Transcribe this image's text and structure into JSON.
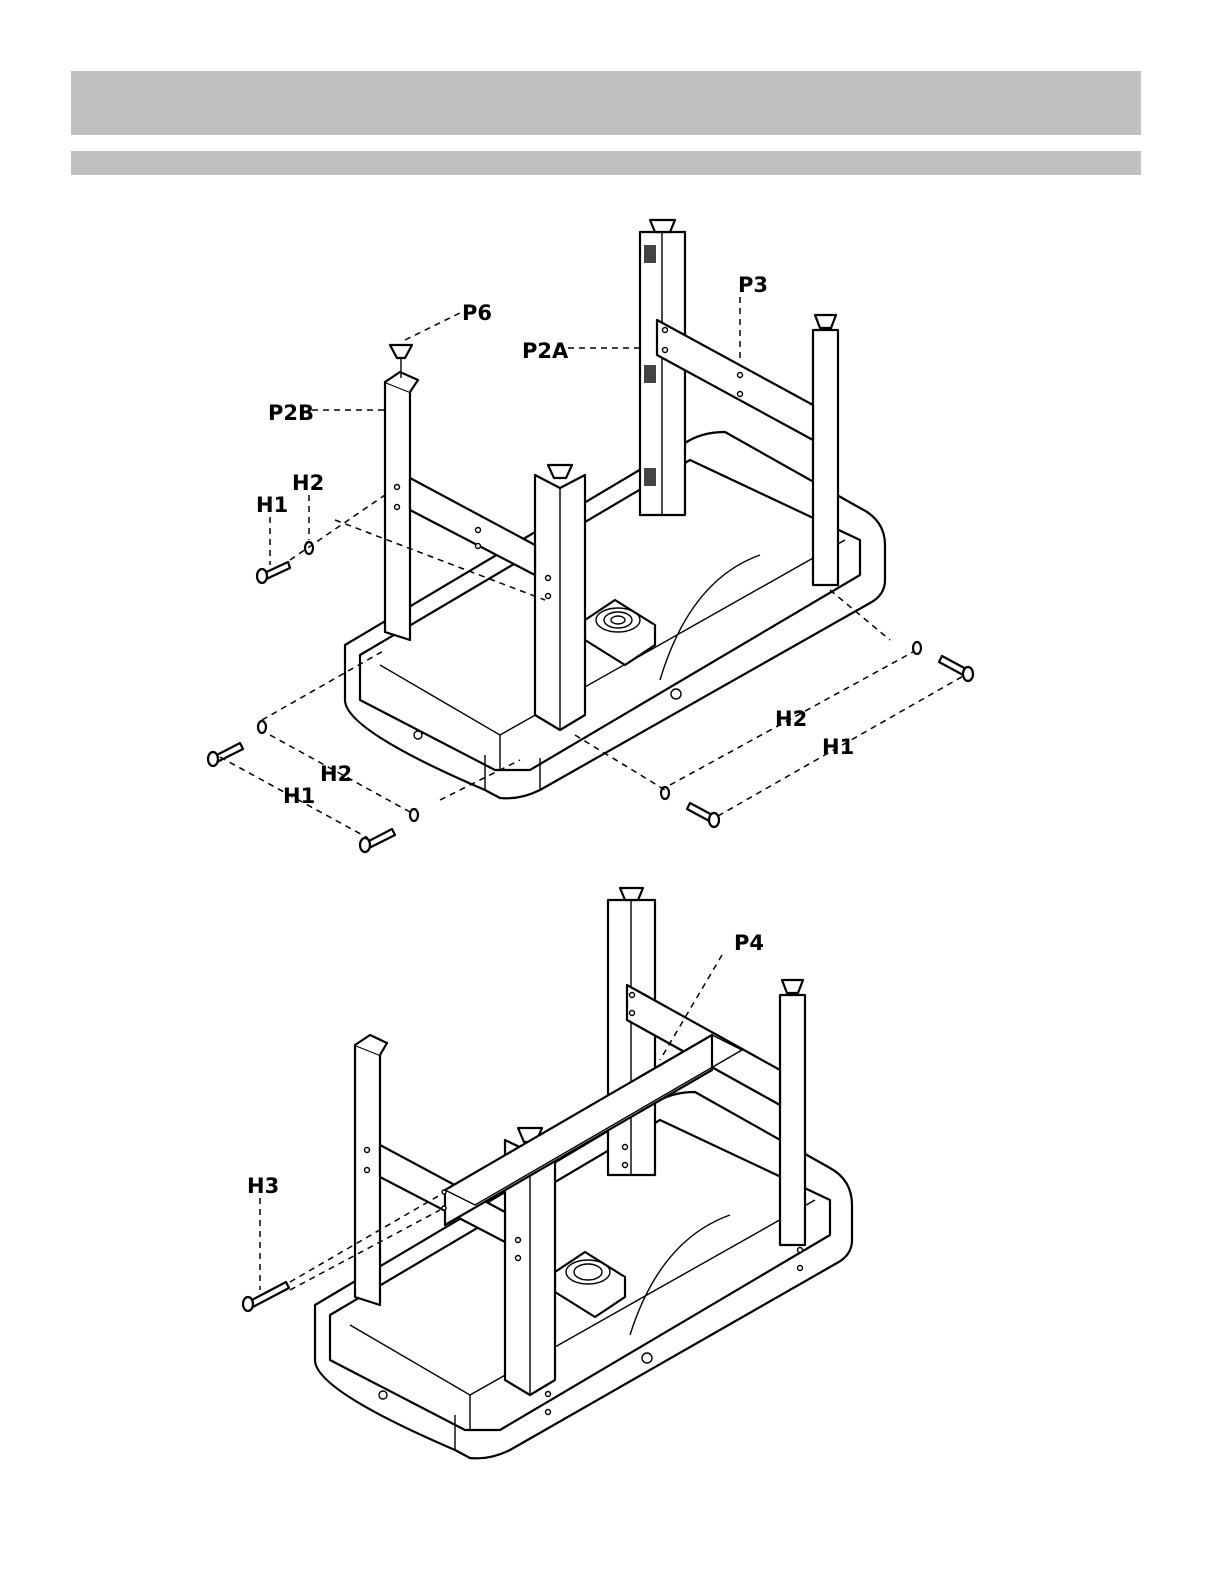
{
  "header": {
    "title_band": "",
    "subtitle_band": ""
  },
  "step1": {
    "labels": {
      "p6": "P6",
      "p2a": "P2A",
      "p3": "P3",
      "p2b": "P2B",
      "h2_left_top": "H2",
      "h1_left_top": "H1",
      "h2_right": "H2",
      "h1_right": "H1",
      "h2_left_bottom": "H2",
      "h1_left_bottom": "H1"
    }
  },
  "step2": {
    "labels": {
      "p4": "P4",
      "h3": "H3"
    }
  }
}
